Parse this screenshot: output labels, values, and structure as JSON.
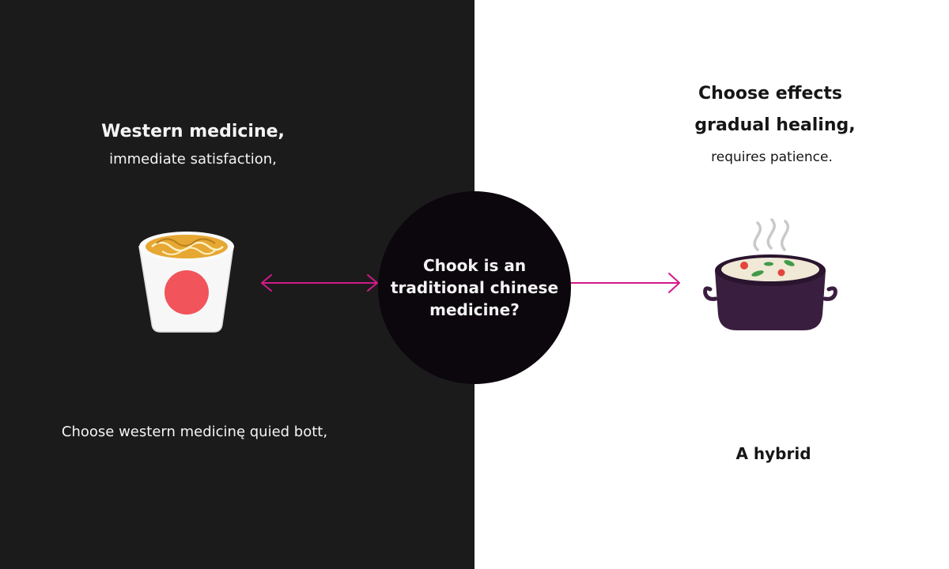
{
  "left_panel": {
    "heading": "Western medicine,",
    "subheading": "immediate satisfaction,",
    "footer": "Choose western medicinę quied bott,",
    "icon": "instant-noodle-cup-icon"
  },
  "center": {
    "question": "Chook is an\ntraditional chinese\nmedicine?"
  },
  "right_panel": {
    "heading": "Choose effects",
    "line2": "gradual healing,",
    "line3": "requires patience.",
    "footer": "A hybrid",
    "icon": "soup-pot-icon"
  },
  "colors": {
    "left_bg": "#1b1b1c",
    "right_bg": "#ffffff",
    "circle": "#0c070d",
    "arrow": "#d11a88",
    "pot": "#3a1e3f",
    "cup_dot": "#f2545b",
    "noodle": "#e6a733"
  }
}
